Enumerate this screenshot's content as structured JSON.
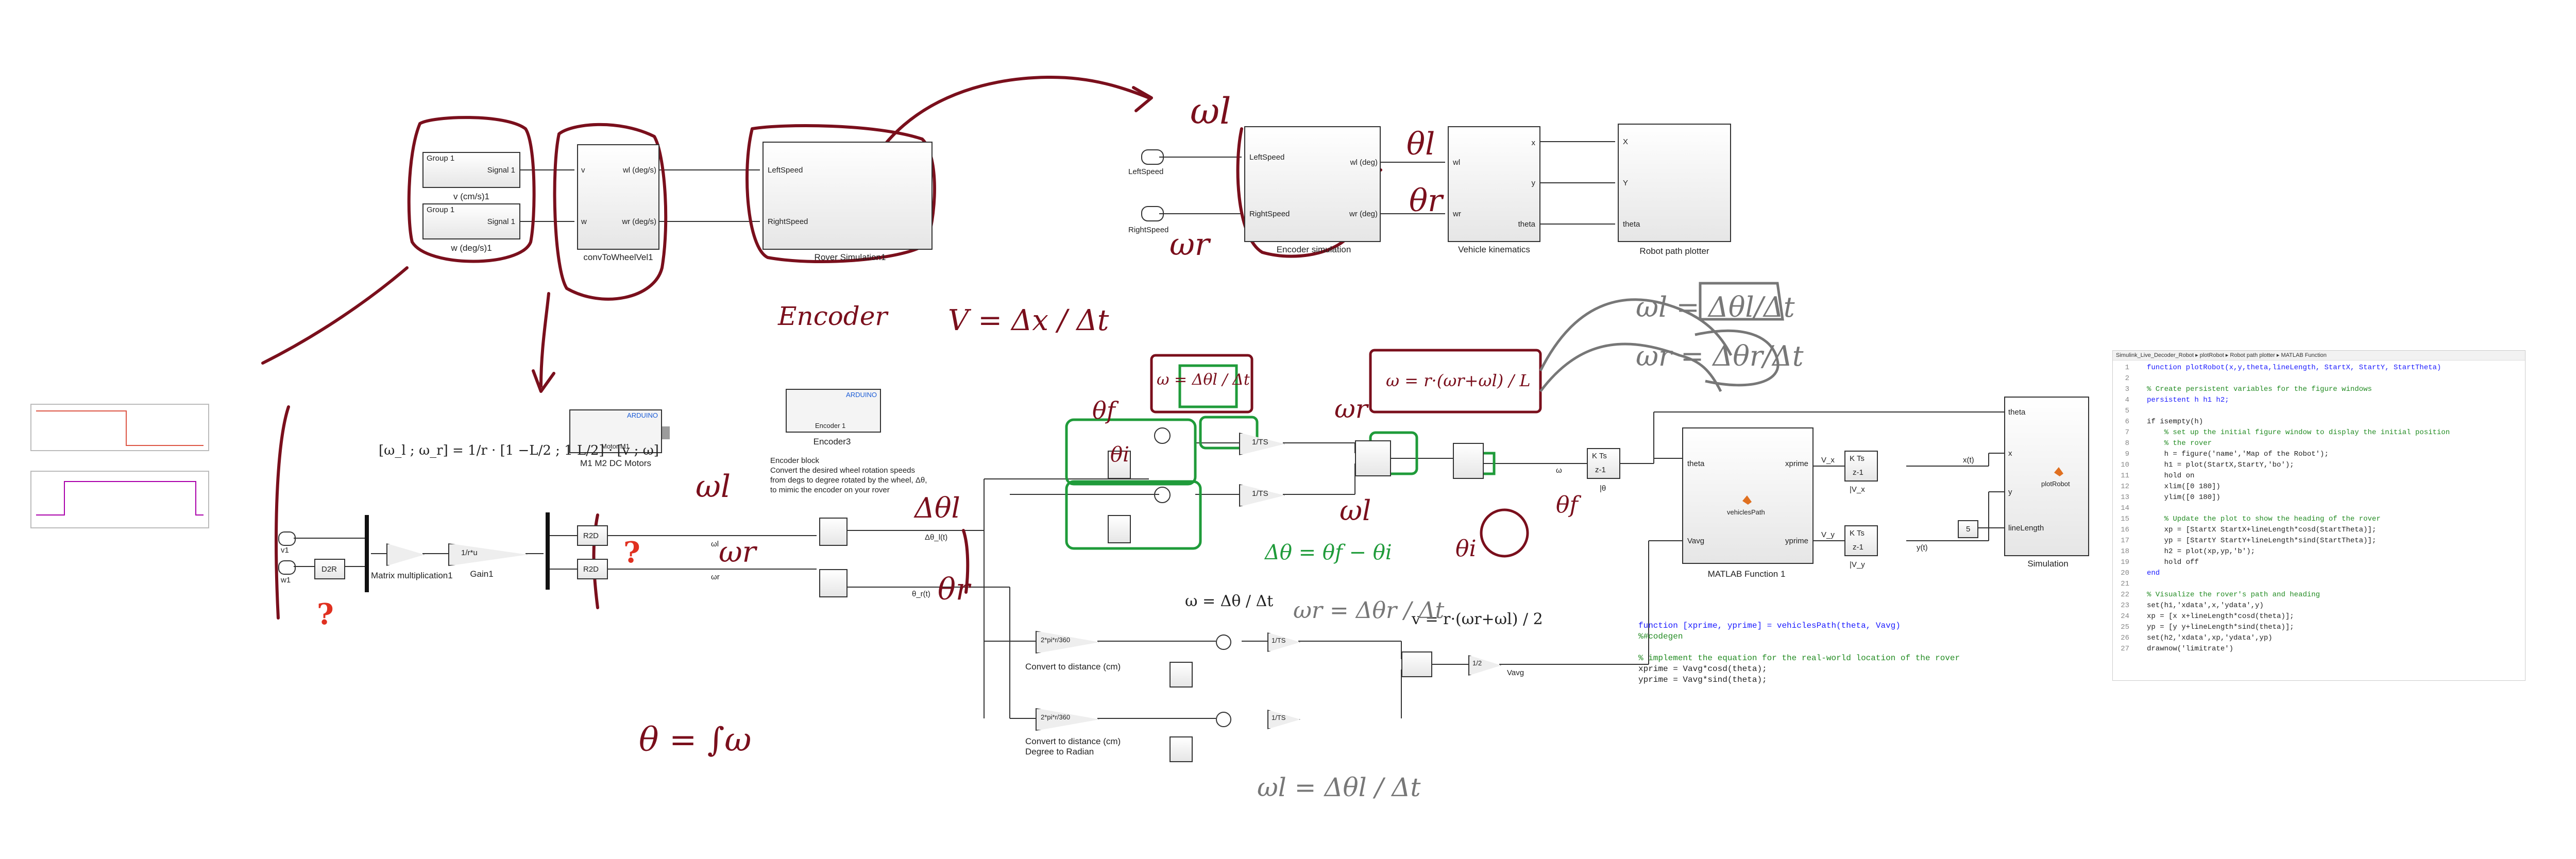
{
  "top_model": {
    "group1a": {
      "name": "Group 1",
      "port": "Signal 1",
      "caption": "v (cm/s)1"
    },
    "group1b": {
      "name": "Group 1",
      "port": "Signal 1",
      "caption": "w (deg/s)1"
    },
    "conv": {
      "caption": "convToWheelVel1",
      "in_v": "v",
      "in_w": "w",
      "out_wl": "wl (deg/s)",
      "out_wr": "wr (deg/s)"
    },
    "rover": {
      "caption": "Rover Simulation1",
      "out_left": "LeftSpeed",
      "out_right": "RightSpeed"
    },
    "left_speed": "LeftSpeed",
    "right_speed": "RightSpeed",
    "encoder_sim": {
      "caption": "Encoder simulation",
      "in_left": "LeftSpeed",
      "in_right": "RightSpeed",
      "out_wl": "wl (deg)",
      "out_wr": "wr (deg)"
    },
    "vehicle_kin": {
      "caption": "Vehicle kinematics",
      "in_wl": "wl",
      "in_wr": "wr",
      "out_x": "x",
      "out_y": "y",
      "out_theta": "theta"
    },
    "plotter": {
      "caption": "Robot path plotter",
      "in_x": "X",
      "in_y": "Y",
      "in_theta": "theta"
    }
  },
  "lower_model": {
    "in1": "v1",
    "in2": "w1",
    "d2r": "D2R",
    "matrix_caption": "Matrix multiplication1",
    "gain_caption": "Gain1",
    "gain_text": "1/r*u",
    "r2d1": "R2D",
    "r2d2": "R2D",
    "omega_l_label": "ωl",
    "omega_r_label": "ωr",
    "motors": {
      "brand": "ARDUINO",
      "body": "Motor M1",
      "caption": "M1 M2 DC Motors"
    },
    "encoder3": {
      "brand": "ARDUINO",
      "body": "Encoder 1",
      "caption": "Encoder3"
    },
    "encoder_note": "Encoder block\nConvert the desired wheel rotation speeds\nfrom degs to degree rotated by the wheel, Δθ,\nto mimic the encoder on your rover",
    "dtheta_l": "Δθ_l(t)",
    "dtheta_r": "θ_r(t)",
    "discrete": "K Ts",
    "discrete_den": "z-1",
    "theta_label": "|θ",
    "omega_out": "ω",
    "vehicles_path": {
      "caption": "MATLAB Function 1",
      "func": "vehiclesPath",
      "in_theta": "theta",
      "in_vavg": "Vavg",
      "out_x": "xprime",
      "out_y": "yprime"
    },
    "int_x": {
      "num": "K Ts",
      "den": "z-1",
      "caption": "|V_x"
    },
    "int_y": {
      "num": "K Ts",
      "den": "z-1",
      "caption": "|V_y"
    },
    "simulation": {
      "caption": "Simulation",
      "func": "plotRobot",
      "in_theta": "theta",
      "in_x": "x",
      "in_y": "y",
      "in_len": "lineLength"
    },
    "const5": "5",
    "conv_dist1": {
      "text": "2*pi*r/360",
      "caption": "Convert to distance (cm)"
    },
    "conv_dist2": {
      "text": "2*pi*r/360",
      "caption": "Convert to distance (cm)\nDegree to Radian"
    },
    "vavg": "Vavg",
    "half": "1/2",
    "one_ts": "1/TS",
    "sig_x": "x(t)",
    "sig_y": "y(t)",
    "sig_vx": "V_x",
    "sig_vy": "V_y"
  },
  "matrix_eq": {
    "lhs": "[ω_l ; ω_r]",
    "rhs": "= 1/r · [1  −L/2 ; 1  L/2] · [v ; ω]"
  },
  "eq_omega": "ω = Δθ / Δt",
  "eq_v": "v = r·(ωr+ωl) / 2",
  "code_vehicles": [
    "function [xprime, yprime] = vehiclesPath(theta, Vavg)",
    "%#codegen",
    "",
    "% implement the equation for the real-world location of the rover",
    "xprime = Vavg*cosd(theta);",
    "yprime = Vavg*sind(theta);"
  ],
  "editor": {
    "tab": "Simulink_Live_Decoder_Robot ▸ plotRobot ▸ Robot path plotter ▸ MATLAB Function",
    "lines": [
      {
        "n": "1",
        "t": "function plotRobot(x,y,theta,lineLength, StartX, StartY, StartTheta)"
      },
      {
        "n": "2",
        "t": ""
      },
      {
        "n": "3",
        "t": "% Create persistent variables for the figure windows"
      },
      {
        "n": "4",
        "t": "persistent h h1 h2;"
      },
      {
        "n": "5",
        "t": ""
      },
      {
        "n": "6",
        "t": "if isempty(h)"
      },
      {
        "n": "7",
        "t": "    % set up the initial figure window to display the initial position"
      },
      {
        "n": "8",
        "t": "    % the rover"
      },
      {
        "n": "9",
        "t": "    h = figure('name','Map of the Robot');"
      },
      {
        "n": "10",
        "t": "    h1 = plot(StartX,StartY,'bo');"
      },
      {
        "n": "11",
        "t": "    hold on"
      },
      {
        "n": "12",
        "t": "    xlim([0 180])"
      },
      {
        "n": "13",
        "t": "    ylim([0 180])"
      },
      {
        "n": "14",
        "t": ""
      },
      {
        "n": "15",
        "t": "    % Update the plot to show the heading of the rover"
      },
      {
        "n": "16",
        "t": "    xp = [StartX StartX+lineLength*cosd(StartTheta)];"
      },
      {
        "n": "17",
        "t": "    yp = [StartY StartY+lineLength*sind(StartTheta)];"
      },
      {
        "n": "18",
        "t": "    h2 = plot(xp,yp,'b');"
      },
      {
        "n": "19",
        "t": "    hold off"
      },
      {
        "n": "20",
        "t": "end"
      },
      {
        "n": "21",
        "t": ""
      },
      {
        "n": "22",
        "t": "% Visualize the rover's path and heading"
      },
      {
        "n": "23",
        "t": "set(h1,'xdata',x,'ydata',y)"
      },
      {
        "n": "24",
        "t": "xp = [x x+lineLength*cosd(theta)];"
      },
      {
        "n": "25",
        "t": "yp = [y y+lineLength*sind(theta)];"
      },
      {
        "n": "26",
        "t": "set(h2,'xdata',xp,'ydata',yp)"
      },
      {
        "n": "27",
        "t": "drawnow('limitrate')"
      }
    ]
  },
  "ink": {
    "wl_top": "ωl",
    "wr_top": "ωr",
    "theta_l_top": "θl",
    "theta_r_top": "θr",
    "encoder_word": "Encoder",
    "v_eq": "V = Δx / Δt",
    "theta_f": "θf",
    "theta_i": "θi",
    "omega_box": "ω = Δθl / Δt",
    "wr_mid": "ωr",
    "omega_box2": "ω = r·(ωr+ωl) / L",
    "wl_gray": "ωl = Δθl/Δt",
    "wr_gray": "ωr = Δθr/Δt",
    "wl_left": "ωl",
    "wr_left": "ωr",
    "dtheta_big": "Δθl",
    "theta_r_big": "θr",
    "wl_mid": "ωl",
    "dtheta_eq": "Δθ = θf − θi",
    "theta_i_right": "θi",
    "theta_f_right": "θf",
    "wr_gray_eq": "ωr = Δθr / Δt",
    "wl_gray_eq": "ωl = Δθl / Δt",
    "integral": "θ = ∫ω",
    "qmark": "?"
  },
  "colors": {
    "ink_red": "#7a0f1c",
    "ink_green": "#1f9b3a",
    "ink_gray": "#777777",
    "comment": "#228b22",
    "keyword": "#1a1aff"
  }
}
